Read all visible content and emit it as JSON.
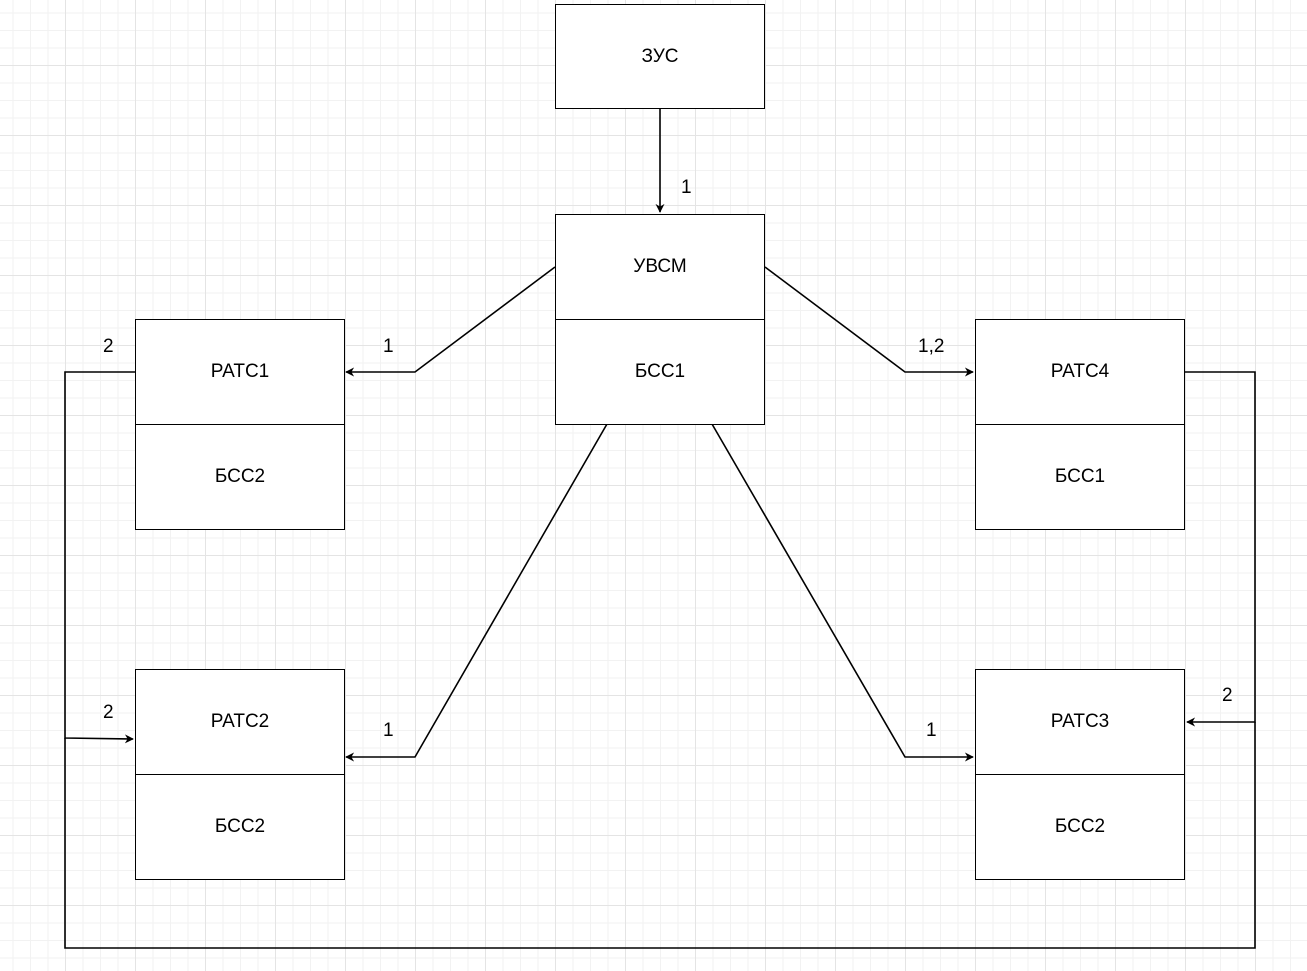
{
  "nodes": {
    "zus": "ЗУС",
    "uvsm": "УВСМ",
    "uvsm_bss": "БСС1",
    "ratc1": "РАТС1",
    "ratc1_bss": "БСС2",
    "ratc2": "РАТС2",
    "ratc2_bss": "БСС2",
    "ratc3": "РАТС3",
    "ratc3_bss": "БСС2",
    "ratc4": "РАТС4",
    "ratc4_bss": "БСС1"
  },
  "edge_labels": {
    "zus_to_uvsm": "1",
    "uvsm_to_ratc1": "1",
    "uvsm_to_ratc4": "1,2",
    "uvsm_to_ratc2": "1",
    "uvsm_to_ratc3": "1",
    "ratc1_out": "2",
    "ratc2_in": "2",
    "ratc3_in": "2"
  },
  "colors": {
    "stroke": "#000000",
    "node_fill": "#ffffff",
    "grid": "#e4e4e4"
  }
}
